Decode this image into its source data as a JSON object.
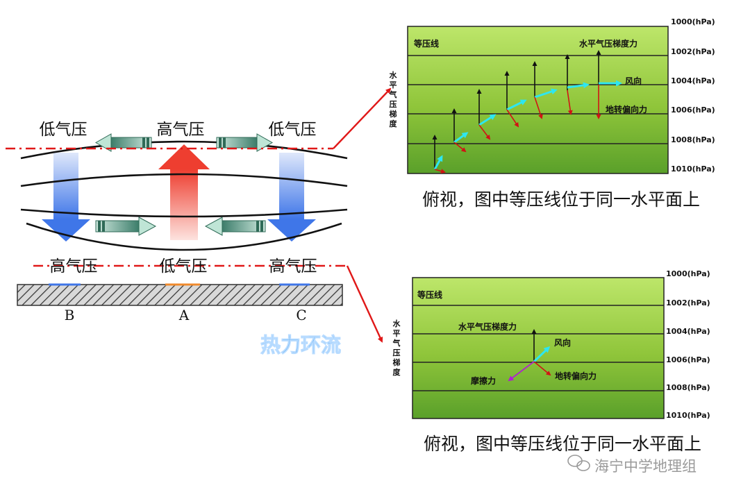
{
  "left_diagram": {
    "top_labels": {
      "left": "低气压",
      "center": "高气压",
      "right": "低气压"
    },
    "bottom_labels": {
      "left": "高气压",
      "center": "低气压",
      "right": "高气压"
    },
    "ground_points": {
      "b": "B",
      "a": "A",
      "c": "C"
    },
    "title": "热力环流",
    "colors": {
      "title": "#2c8fe8",
      "dash_line": "#e01818",
      "warm_arrow": "#f04a3a",
      "cold_arrow": "#4a7fe6"
    }
  },
  "top_panel": {
    "isobar_label": "等压线",
    "axis_label": "水平气压梯度",
    "pressure_levels": [
      "1000(hPa)",
      "1002(hPa)",
      "1004(hPa)",
      "1006(hPa)",
      "1008(hPa)",
      "1010(hPa)"
    ],
    "force_labels": {
      "pgf": "水平气压梯度力",
      "wind": "风向",
      "coriolis": "地转偏向力"
    },
    "caption": "俯视，图中等压线位于同一水平面上"
  },
  "bottom_panel": {
    "isobar_label": "等压线",
    "axis_label": "水平气压梯度",
    "pressure_levels": [
      "1000(hPa)",
      "1002(hPa)",
      "1004(hPa)",
      "1006(hPa)",
      "1008(hPa)",
      "1010(hPa)"
    ],
    "force_labels": {
      "pgf": "水平气压梯度力",
      "wind": "风向",
      "coriolis": "地转偏向力",
      "friction": "摩擦力"
    },
    "caption": "俯视，图中等压线位于同一水平面上"
  },
  "watermark": "海宁中学地理组"
}
